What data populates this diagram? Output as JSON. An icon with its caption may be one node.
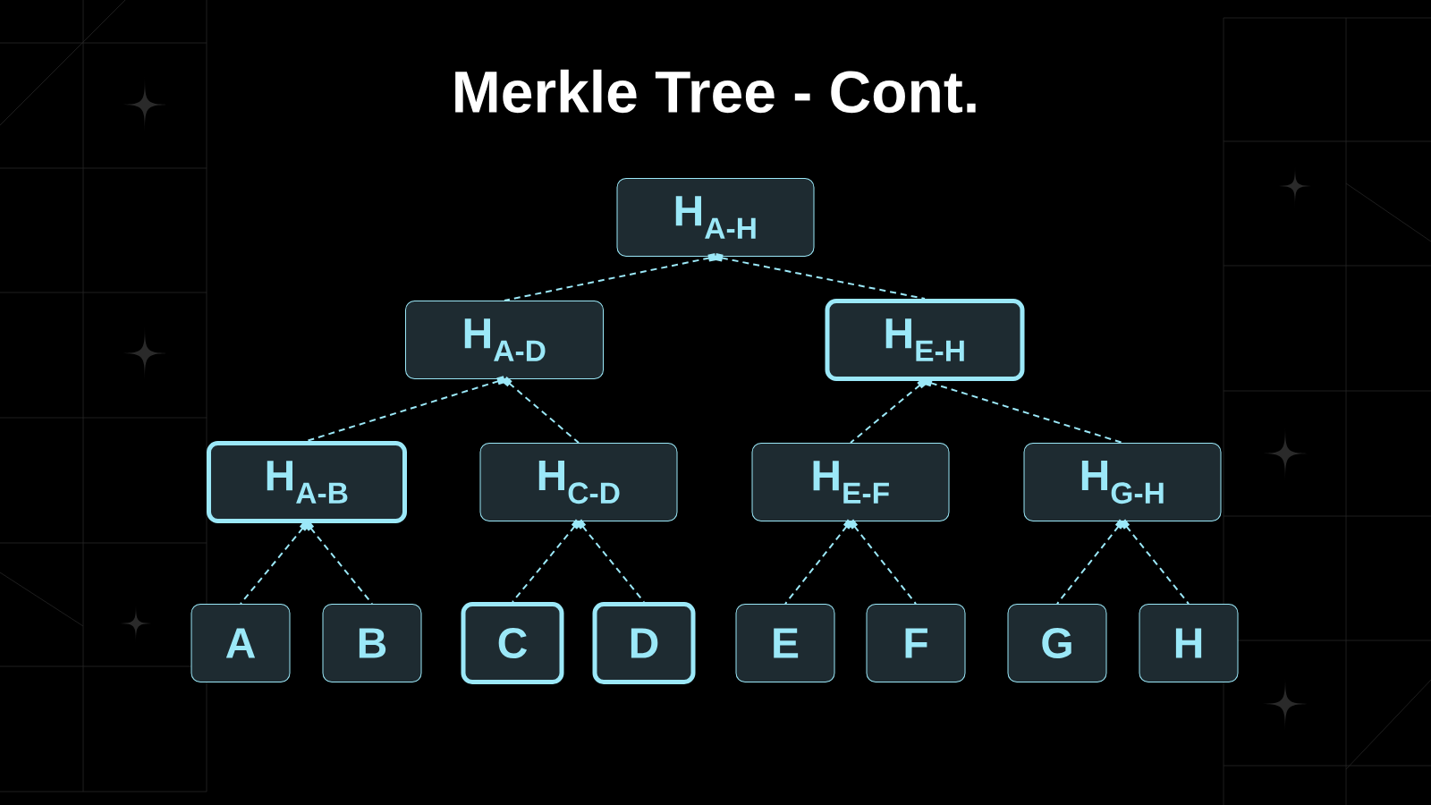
{
  "diagram": {
    "title": "Merkle Tree - Cont.",
    "nodes": [
      {
        "text": [
          "H$_{A-H}$"
        ]
      },
      {
        "text": [
          "H$_{A-D}$"
        ]
      },
      {
        "text": [
          "H$_{E-H}$"
        ]
      },
      {
        "text": [
          "H$_{A-B}$"
        ]
      },
      {
        "text": [
          "H$_{C-D}$"
        ]
      },
      {
        "text": [
          "H$_{E-F}$"
        ]
      },
      {
        "text": [
          "H$_{G-H}$"
        ]
      },
      {
        "text": [
          "A"
        ]
      },
      {
        "text": [
          "B"
        ]
      },
      {
        "text": [
          "C"
        ]
      },
      {
        "text": [
          "D"
        ]
      },
      {
        "text": [
          "E"
        ]
      },
      {
        "text": [
          "F"
        ]
      },
      {
        "text": [
          "G"
        ]
      },
      {
        "text": [
          "H"
        ]
      }
    ],
    "edges": [
      {
        "from": 0,
        "to": 1,
        "arrow": "other",
        "style": "dashed"
      },
      {
        "from": 0,
        "to": 2,
        "arrow": "other",
        "style": "dashed"
      },
      {
        "from": 1,
        "to": 3,
        "arrow": "other",
        "style": "dashed"
      },
      {
        "from": 1,
        "to": 4,
        "arrow": "other",
        "style": "dashed"
      },
      {
        "from": 2,
        "to": 5,
        "arrow": "other",
        "style": "dashed"
      },
      {
        "from": 2,
        "to": 6,
        "arrow": "other",
        "style": "dashed"
      },
      {
        "from": 3,
        "to": 7,
        "arrow": "other",
        "style": "dashed"
      },
      {
        "from": 3,
        "to": 8,
        "arrow": "other",
        "style": "dashed"
      },
      {
        "from": 4,
        "to": 9,
        "arrow": "other",
        "style": "dashed"
      },
      {
        "from": 4,
        "to": 10,
        "arrow": "other",
        "style": "dashed"
      },
      {
        "from": 5,
        "to": 11,
        "arrow": "other",
        "style": "dashed"
      },
      {
        "from": 5,
        "to": 12,
        "arrow": "other",
        "style": "dashed"
      },
      {
        "from": 6,
        "to": 13,
        "arrow": "other",
        "style": "dashed"
      },
      {
        "from": 6,
        "to": 14,
        "arrow": "other",
        "style": "dashed"
      }
    ]
  }
}
